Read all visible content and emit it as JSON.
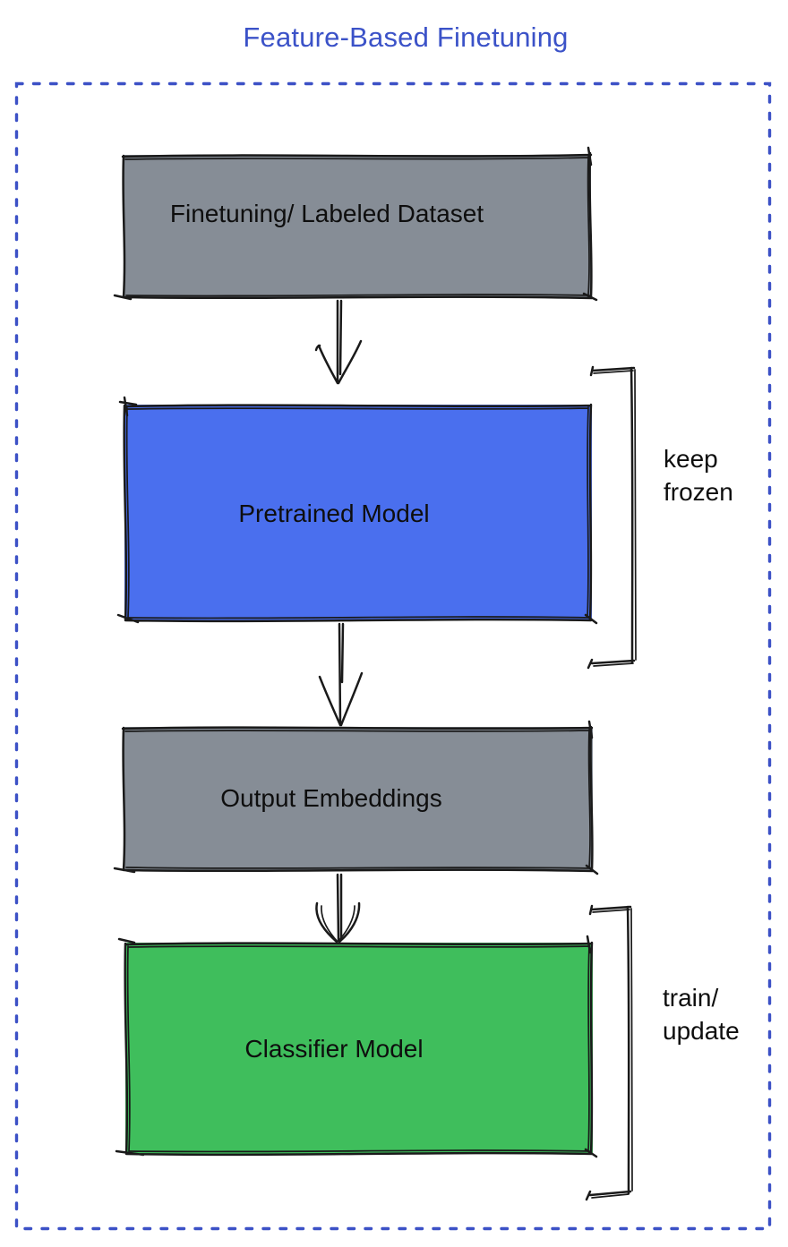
{
  "title": "Feature-Based Finetuning",
  "colors": {
    "accent_blue": "#3B52C8",
    "boundary_blue": "#3C51C6",
    "gray_box": "#868D96",
    "blue_box": "#4A6FEE",
    "green_box": "#3FBE5C",
    "ink": "#1A1A1A"
  },
  "nodes": [
    {
      "id": "finetuning-dataset",
      "label": "Finetuning/ Labeled Dataset",
      "color": "#868D96"
    },
    {
      "id": "pretrained-model",
      "label": "Pretrained Model",
      "color": "#4A6FEE"
    },
    {
      "id": "output-embeddings",
      "label": "Output Embeddings",
      "color": "#868D96"
    },
    {
      "id": "classifier-model",
      "label": "Classifier Model",
      "color": "#3FBE5C"
    }
  ],
  "annotations": [
    {
      "id": "keep-frozen",
      "target": "pretrained-model",
      "lines": [
        "keep",
        "frozen"
      ]
    },
    {
      "id": "train-update",
      "target": "classifier-model",
      "lines": [
        "train/",
        "update"
      ]
    }
  ],
  "edges": [
    {
      "from": "finetuning-dataset",
      "to": "pretrained-model"
    },
    {
      "from": "pretrained-model",
      "to": "output-embeddings"
    },
    {
      "from": "output-embeddings",
      "to": "classifier-model"
    }
  ]
}
